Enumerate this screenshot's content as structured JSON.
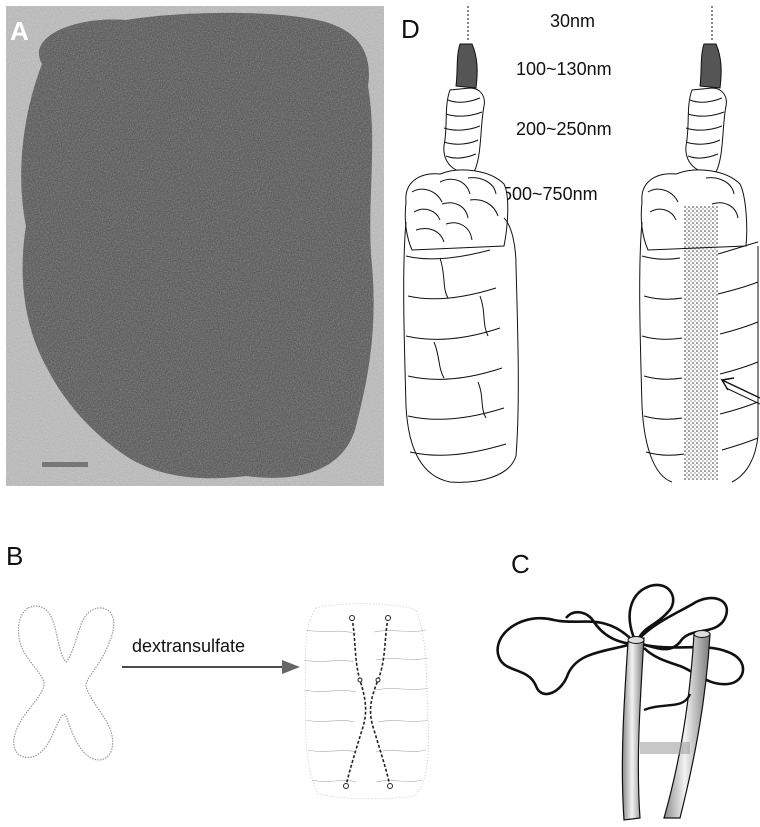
{
  "panels": {
    "A": {
      "letter": "A"
    },
    "B": {
      "letter": "B",
      "arrow_label": "dextransulfate"
    },
    "C": {
      "letter": "C"
    },
    "D": {
      "letter": "D",
      "levels": [
        "30nm",
        "100~130nm",
        "200~250nm",
        "500~750nm"
      ]
    }
  },
  "colors": {
    "micrograph": "#4a4a4a",
    "micrograph_bg": "#b9b9b9",
    "scale_bar": "#7a7a7a",
    "line": "#111111"
  }
}
